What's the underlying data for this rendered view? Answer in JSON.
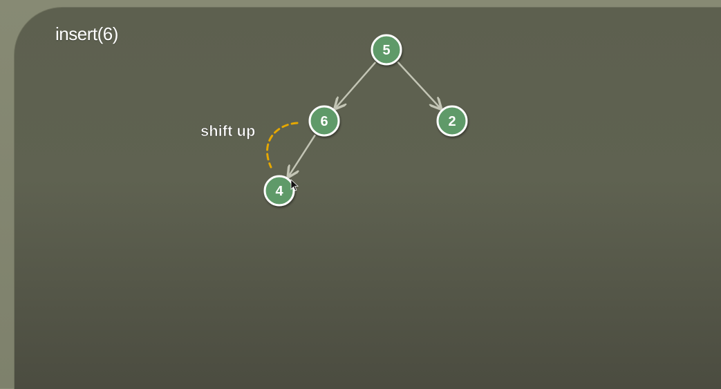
{
  "title": "insert(6)",
  "annotation": "shift up",
  "colors": {
    "node_fill": "#5e9a69",
    "node_border": "#ffffff",
    "edge": "#c3c5b5",
    "highlight_arc": "#e6a800",
    "background": "#5d604f"
  },
  "nodes": [
    {
      "id": "n5",
      "label": "5"
    },
    {
      "id": "n6",
      "label": "6"
    },
    {
      "id": "n2",
      "label": "2"
    },
    {
      "id": "n4",
      "label": "4"
    }
  ],
  "edges": [
    {
      "from": "n5",
      "to": "n6"
    },
    {
      "from": "n5",
      "to": "n2"
    },
    {
      "from": "n6",
      "to": "n4"
    }
  ]
}
